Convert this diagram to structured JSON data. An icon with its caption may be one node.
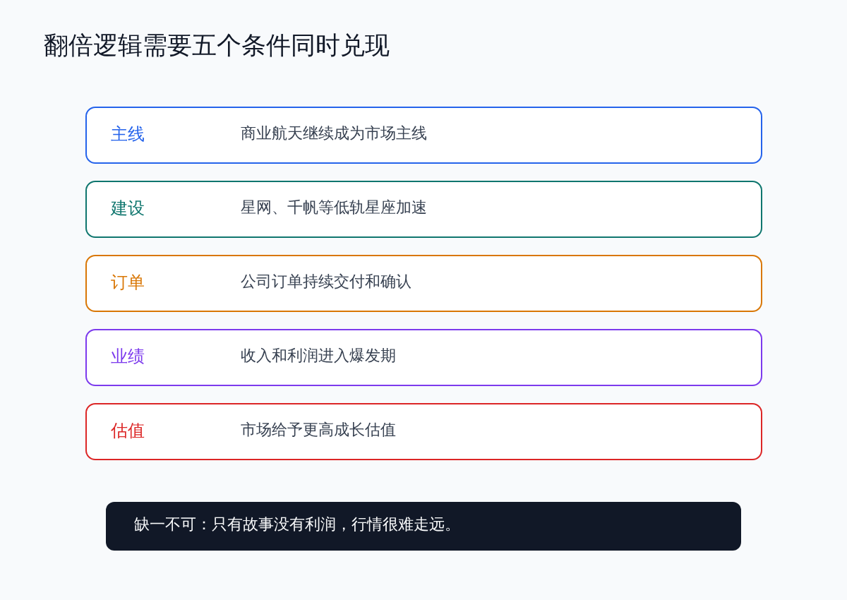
{
  "diagram": {
    "title": "翻倍逻辑需要五个条件同时兑现",
    "nodes": [
      {
        "text": [
          "主线",
          "商业航天继续成为市场主线"
        ]
      },
      {
        "text": [
          "建设",
          "星网、千帆等低轨星座加速"
        ]
      },
      {
        "text": [
          "订单",
          "公司订单持续交付和确认"
        ]
      },
      {
        "text": [
          "业绩",
          "收入和利润进入爆发期"
        ]
      },
      {
        "text": [
          "估值",
          "市场给予更高成长估值"
        ]
      },
      {
        "text": [
          "缺一不可：只有故事没有利润，行情很难走远。"
        ]
      }
    ]
  }
}
